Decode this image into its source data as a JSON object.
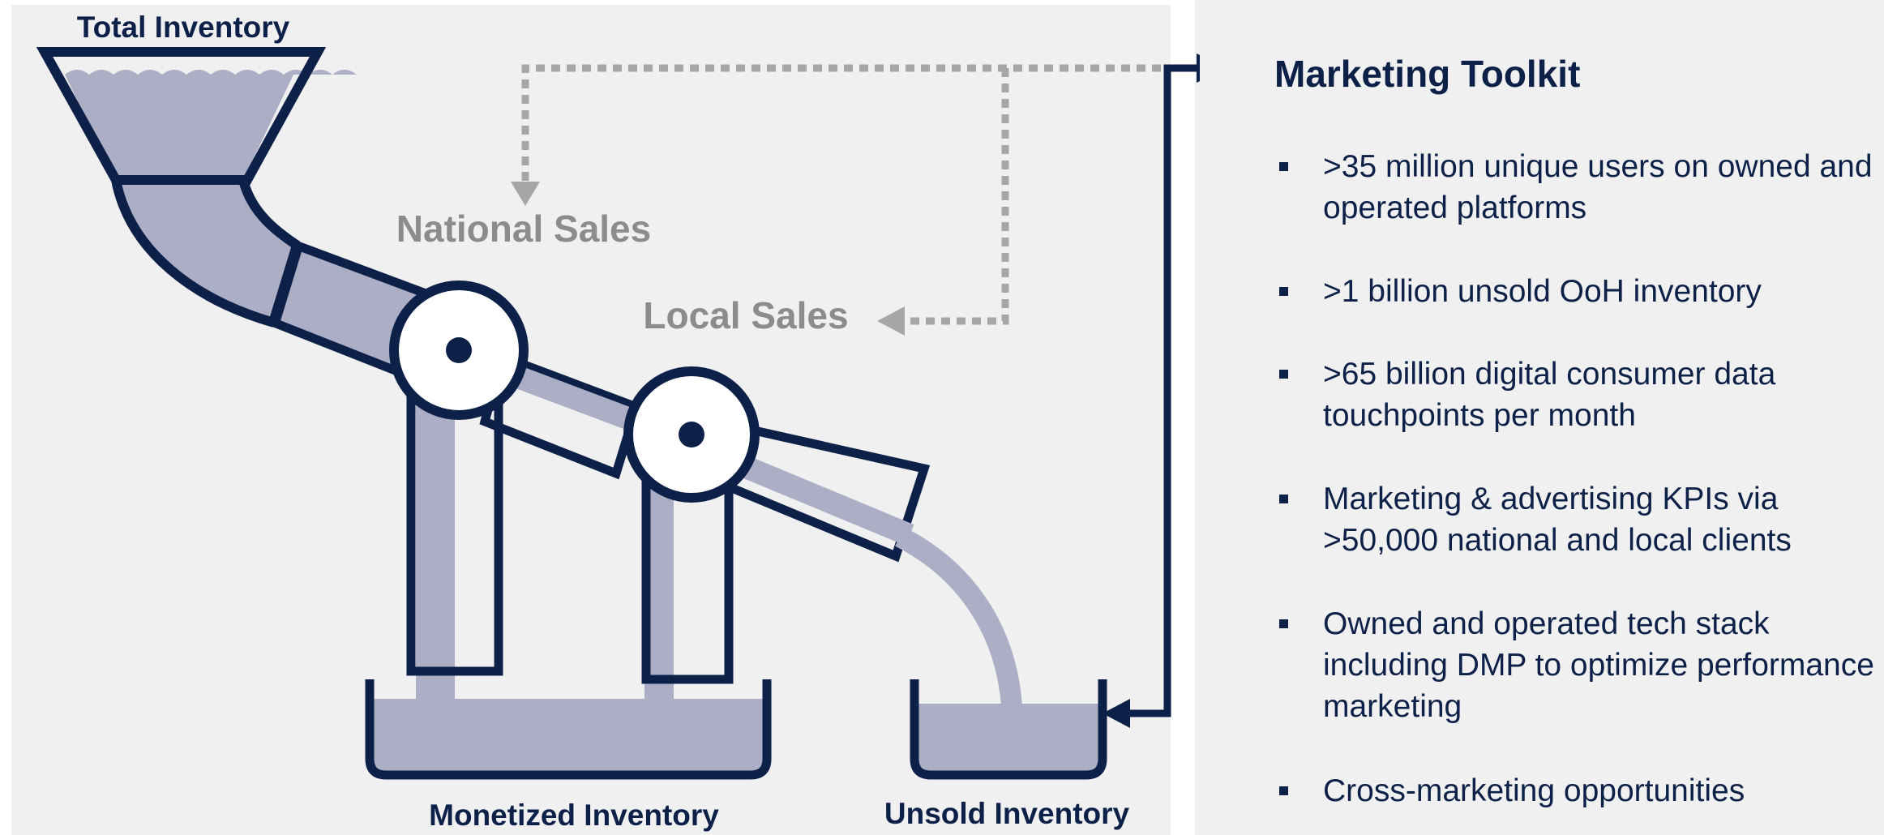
{
  "colors": {
    "navy": "#0d2148",
    "fill": "#abaec5",
    "gray_text": "#8c8c8c",
    "dotted": "#a6a6a6",
    "panel_bg": "#f0f0f0"
  },
  "diagram": {
    "total_inventory": "Total Inventory",
    "national_sales": "National Sales",
    "local_sales": "Local Sales",
    "monetized_inventory": "Monetized Inventory",
    "unsold_inventory": "Unsold Inventory"
  },
  "toolkit": {
    "title": "Marketing Toolkit",
    "bullets": [
      ">35 million unique users on owned and operated platforms",
      ">1 billion unsold OoH inventory",
      ">65 billion digital consumer data touchpoints per month",
      "Marketing & advertising KPIs via >50,000 national and local clients",
      "Owned and operated tech stack including DMP to optimize performance marketing",
      "Cross-marketing opportunities"
    ]
  }
}
